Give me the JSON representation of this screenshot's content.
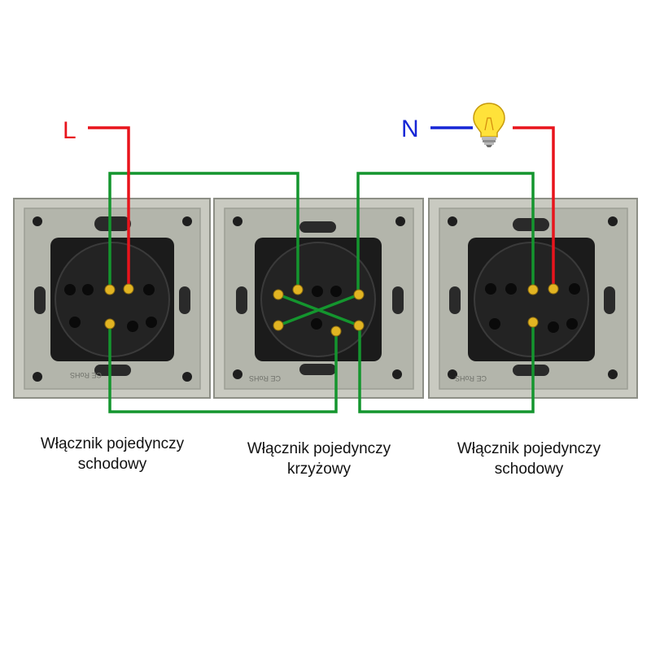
{
  "labels": {
    "live": "L",
    "neutral": "N"
  },
  "switches": [
    {
      "line1": "Włącznik pojedynczy",
      "line2": "schodowy",
      "mark": "CE RoHS"
    },
    {
      "line1": "Włącznik pojedynczy",
      "line2": "krzyżowy",
      "mark": "CE RoHS"
    },
    {
      "line1": "Włącznik pojedynczy",
      "line2": "schodowy",
      "mark": "CE RoHS"
    }
  ],
  "colors": {
    "live_wire": "#e8141c",
    "neutral_wire": "#1626d6",
    "traveller_wire": "#14952e",
    "plate": "#b3b5ab",
    "mechanism": "#1b1b1b",
    "terminal": "#e2b422",
    "bulb": "#ffe23a"
  },
  "icons": [
    "light-bulb-icon"
  ]
}
